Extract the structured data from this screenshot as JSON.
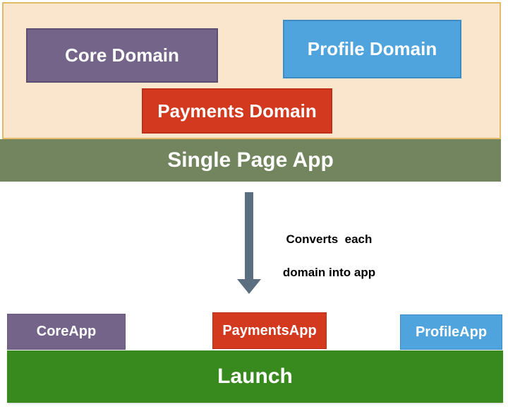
{
  "diagram": {
    "title": "SPA to micro-frontend apps conversion diagram",
    "top_container": {
      "bg_color": "#FAE6CD",
      "border_color": "#E3BA66",
      "boxes": [
        {
          "id": "core-domain",
          "label": "Core Domain",
          "bg_color": "#75648A",
          "border_color": "#5D4F73",
          "text_color": "#FFFFFF"
        },
        {
          "id": "profile-domain",
          "label": "Profile Domain",
          "bg_color": "#4FA4DE",
          "border_color": "#3E8CC5",
          "text_color": "#FFFFFF"
        },
        {
          "id": "payments-domain",
          "label": "Payments Domain",
          "bg_color": "#D2391F",
          "border_color": "#BE3019",
          "text_color": "#FFFFFF"
        }
      ]
    },
    "spa_bar": {
      "label": "Single Page App",
      "bg_color": "#72855E",
      "text_color": "#FFFFFF"
    },
    "arrow": {
      "direction": "down",
      "color": "#5C6F80",
      "label_line1": "Converts  each",
      "label_line2": "domain into app",
      "label_color": "#000000"
    },
    "bottom": {
      "apps": [
        {
          "id": "core-app",
          "label": "CoreApp",
          "bg_color": "#75648A",
          "text_color": "#FFFFFF"
        },
        {
          "id": "payments-app",
          "label": "PaymentsApp",
          "bg_color": "#D2391F",
          "text_color": "#FFFFFF"
        },
        {
          "id": "profile-app",
          "label": "ProfileApp",
          "bg_color": "#4FA4DE",
          "text_color": "#FFFFFF"
        }
      ],
      "launch_bar": {
        "label": "Launch",
        "bg_color": "#388A1E",
        "text_color": "#FFFFFF"
      }
    }
  }
}
